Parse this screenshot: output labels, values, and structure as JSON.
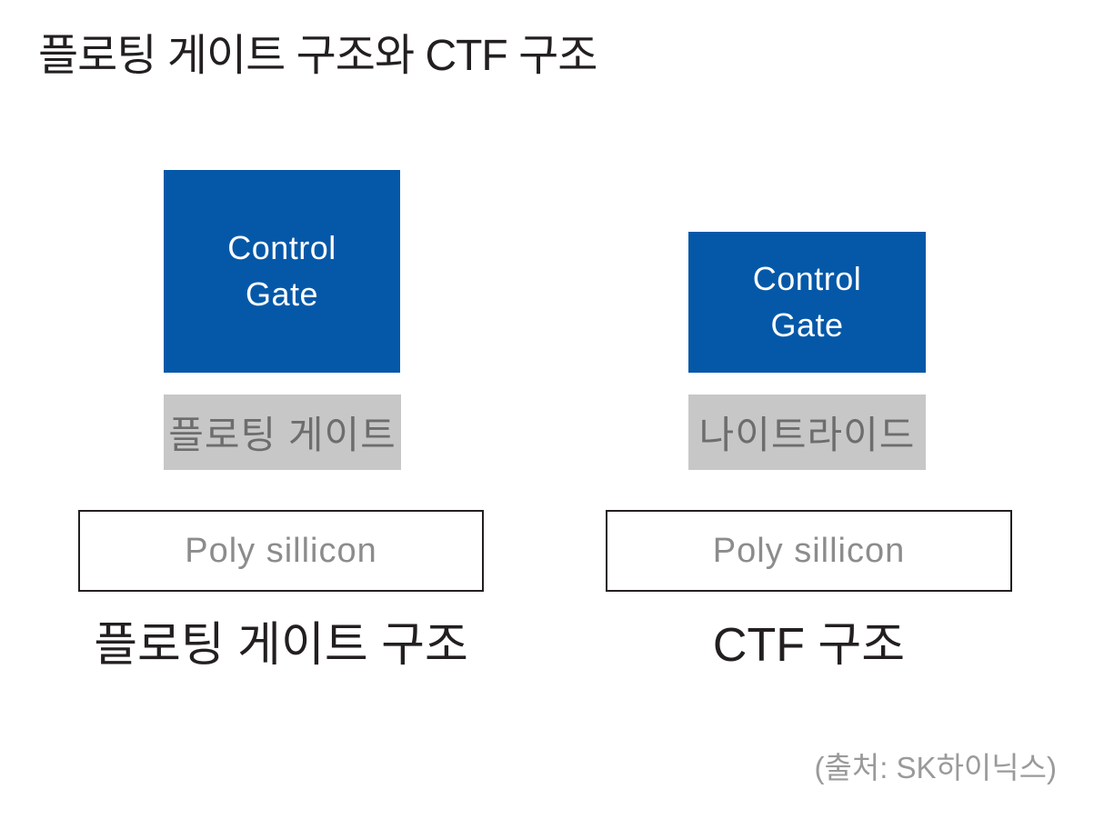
{
  "title": "플로팅 게이트 구조와 CTF 구조",
  "source": "(출처: SK하이닉스)",
  "colors": {
    "control_gate_blue": "#0558a8",
    "charge_layer_gray": "#c7c7c7",
    "charge_layer_text": "#6d6d6d",
    "substrate_text": "#8c8c8c",
    "outline": "#231f20",
    "source_text": "#9a9a9a"
  },
  "left_structure": {
    "control_gate": "Control\nGate",
    "charge_layer": "플로팅 게이트",
    "substrate_layer": "Poly sillicon",
    "caption": "플로팅 게이트 구조"
  },
  "right_structure": {
    "control_gate": "Control\nGate",
    "charge_layer": "나이트라이드",
    "substrate_layer": "Poly sillicon",
    "caption": "CTF 구조"
  }
}
